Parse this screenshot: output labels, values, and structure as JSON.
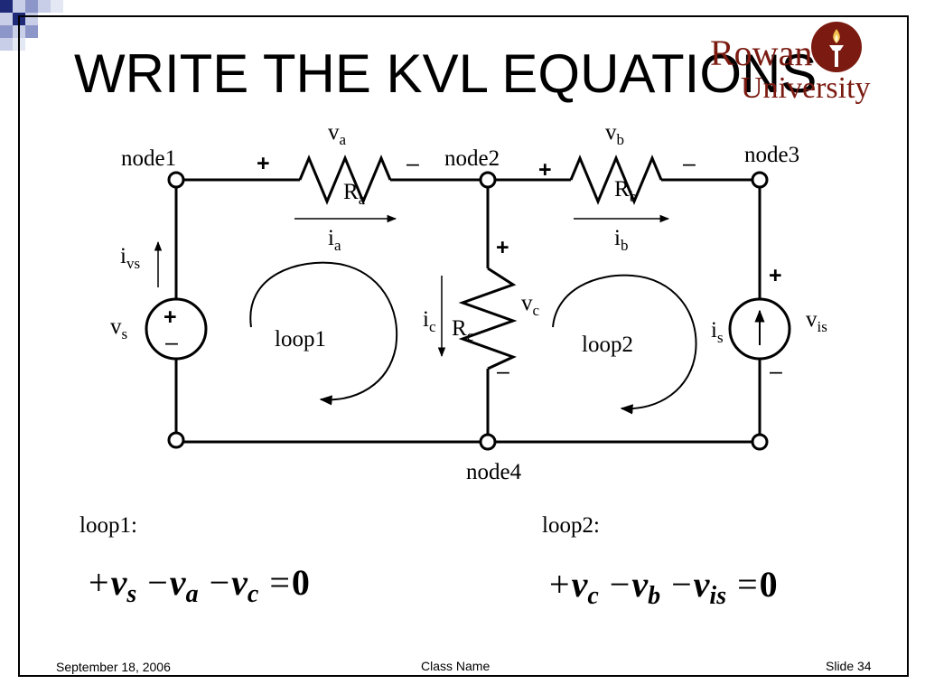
{
  "slide": {
    "title": "WRITE THE KVL EQUATIONS",
    "footer_date": "September 18, 2006",
    "footer_center": "Class Name",
    "footer_slide": "Slide 34"
  },
  "logo": {
    "line1": "Rowan",
    "line2": "University",
    "emblem_icon": "torch-icon",
    "color": "#7a1a10"
  },
  "circuit": {
    "nodes": {
      "node1": "node1",
      "node2": "node2",
      "node3": "node3",
      "node4": "node4"
    },
    "labels": {
      "va_v": "v",
      "va_sub": "a",
      "vb_v": "v",
      "vb_sub": "b",
      "vc_v": "v",
      "vc_sub": "c",
      "vs_v": "v",
      "vs_sub": "s",
      "vis_v": "v",
      "vis_sub": "is",
      "ra_r": "R",
      "ra_sub": "a",
      "rb_r": "R",
      "rb_sub": "b",
      "rc_r": "R",
      "rc_sub": "c",
      "ia_i": "i",
      "ia_sub": "a",
      "ib_i": "i",
      "ib_sub": "b",
      "ic_i": "i",
      "ic_sub": "c",
      "ivs_i": "i",
      "ivs_sub": "vs",
      "is_i": "i",
      "is_sub": "s"
    },
    "loops": {
      "loop1": "loop1",
      "loop2": "loop2"
    },
    "signs": {
      "plus": "+",
      "minus": "–"
    }
  },
  "equations": {
    "loop1_label": "loop1:",
    "loop2_label": "loop2:",
    "loop1": {
      "t1_sign": "+",
      "t1_var": "v",
      "t1_sub": "s",
      "t2_sign": "−",
      "t2_var": "v",
      "t2_sub": "a",
      "t3_sign": "−",
      "t3_var": "v",
      "t3_sub": "c",
      "eq": "=",
      "rhs": "0"
    },
    "loop2": {
      "t1_sign": "+",
      "t1_var": "v",
      "t1_sub": "c",
      "t2_sign": "−",
      "t2_var": "v",
      "t2_sub": "b",
      "t3_sign": "−",
      "t3_var": "v",
      "t3_sub": "is",
      "eq": "=",
      "rhs": "0"
    }
  }
}
